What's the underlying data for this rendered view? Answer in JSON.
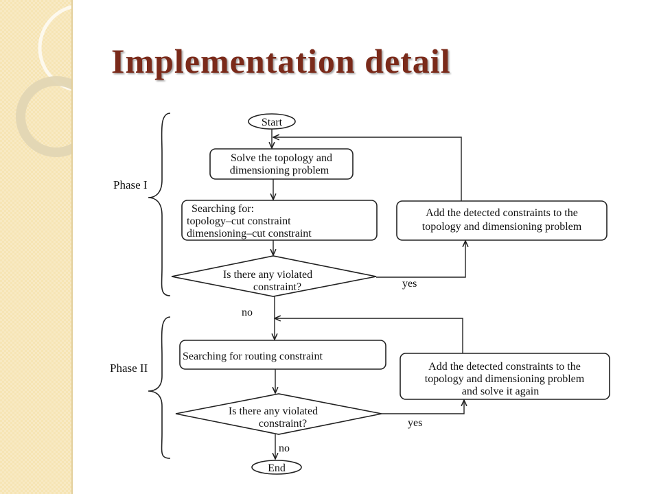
{
  "slide": {
    "title": "Implementation detail"
  },
  "flowchart": {
    "start": "Start",
    "end": "End",
    "phase1": {
      "label": "Phase I",
      "solve_line1": "Solve the topology and",
      "solve_line2": "dimensioning problem",
      "search_line1": "Searching for:",
      "search_line2": "topology–cut constraint",
      "search_line3": "dimensioning–cut constraint",
      "decision_line1": "Is there any violated",
      "decision_line2": "constraint?",
      "add_line1": "Add the detected constraints to the",
      "add_line2": "topology and dimensioning problem",
      "yes": "yes",
      "no": "no"
    },
    "phase2": {
      "label": "Phase II",
      "search": "Searching for routing constraint",
      "decision_line1": "Is there any violated",
      "decision_line2": "constraint?",
      "add_line1": "Add the detected constraints to the",
      "add_line2": "topology and dimensioning problem",
      "add_line3": "and solve it again",
      "yes": "yes",
      "no": "no"
    }
  },
  "colors": {
    "title": "#7a2a1a",
    "sidebar": "#f6e4b4"
  }
}
